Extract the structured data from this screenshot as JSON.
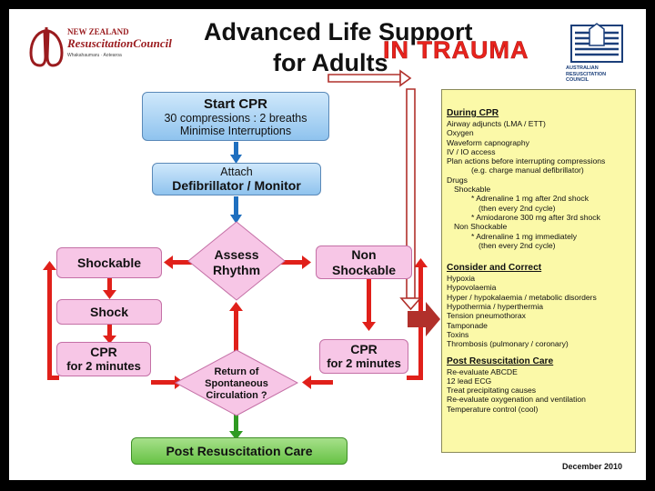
{
  "logos": {
    "nz_line1": "NEW ZEALAND",
    "nz_line2": "ResuscitationCouncil",
    "nz_line3": "Whakahaumaru · Aotearoa",
    "arc_line1": "AUSTRALIAN",
    "arc_line2": "RESUSCITATION",
    "arc_line3": "COUNCIL"
  },
  "title": {
    "line1": "Advanced Life Support",
    "line2": "for Adults",
    "overlay": "IN TRAUMA"
  },
  "flow": {
    "start_title": "Start CPR",
    "start_line1": "30 compressions : 2 breaths",
    "start_line2": "Minimise Interruptions",
    "attach_line1": "Attach",
    "attach_line2": "Defibrillator / Monitor",
    "assess_line1": "Assess",
    "assess_line2": "Rhythm",
    "shockable": "Shockable",
    "non_shockable_line1": "Non",
    "non_shockable_line2": "Shockable",
    "shock": "Shock",
    "cpr_left_line1": "CPR",
    "cpr_left_line2": "for 2 minutes",
    "cpr_right_line1": "CPR",
    "cpr_right_line2": "for 2 minutes",
    "rosc_line1": "Return of",
    "rosc_line2": "Spontaneous",
    "rosc_line3": "Circulation ?",
    "post_care": "Post Resuscitation Care"
  },
  "panel": {
    "during_heading": "During CPR",
    "during_items": [
      "Airway adjuncts (LMA / ETT)",
      "Oxygen",
      "Waveform capnography",
      "IV / IO access",
      "Plan actions before interrupting compressions",
      "(e.g. charge manual defibrillator)",
      "Drugs",
      "Shockable",
      "* Adrenaline 1 mg after 2nd  shock",
      "(then every 2nd cycle)",
      "* Amiodarone 300 mg after 3rd shock",
      "Non Shockable",
      "* Adrenaline 1 mg immediately",
      "(then every 2nd cycle)"
    ],
    "consider_heading": "Consider and Correct",
    "consider_items": [
      "Hypoxia",
      "Hypovolaemia",
      "Hyper / hypokalaemia / metabolic disorders",
      "Hypothermia / hyperthermia",
      "Tension pneumothorax",
      "Tamponade",
      "Toxins",
      "Thrombosis (pulmonary / coronary)"
    ],
    "post_heading": "Post Resuscitation Care",
    "post_items": [
      "Re-evaluate ABCDE",
      "12 lead ECG",
      "Treat precipitating causes",
      "Re-evaluate oxygenation and ventilation",
      "Temperature control (cool)"
    ]
  },
  "footer": {
    "date": "December 2010"
  },
  "colors": {
    "blue_arrow": "#1f6fbf",
    "red_arrow": "#e0201a",
    "green_arrow": "#2f9a22",
    "overlay_red": "#b1302b",
    "panel_fill": "#fbf9a8"
  }
}
